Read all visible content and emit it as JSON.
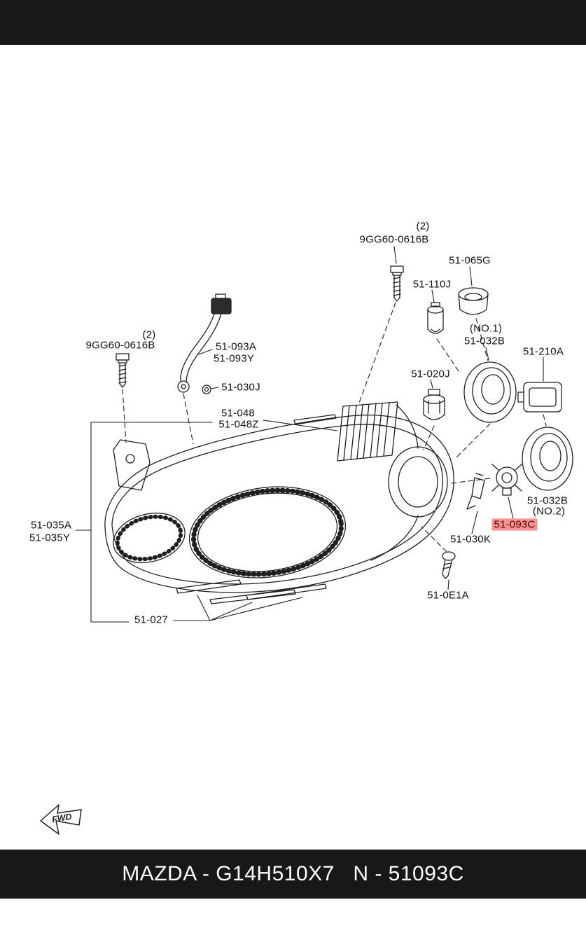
{
  "theme": {
    "bar-color": "#181818",
    "highlight-bg": "#f8918f",
    "highlight-fg": "#4a0000"
  },
  "footer": {
    "text": "MAZDA - G14H510X7   N - 51093C"
  },
  "diagram": {
    "fwd_label": "FWD",
    "labels": {
      "bolt_top_qty": "(2)",
      "bolt_top": "9GG60-0616B",
      "bulb_110j": "51-110J",
      "socket_065g": "51-065G",
      "no1": "(NO.1)",
      "socket_032b_no1": "51-032B",
      "connector_210a": "51-210A",
      "bulb_020j": "51-020J",
      "bolt_left_qty": "(2)",
      "bolt_left": "9GG60-0616B",
      "harness_093a": "51-093A",
      "harness_093y": "51-093Y",
      "ground_030j": "51-030J",
      "housing_048": "51-048",
      "housing_048z": "51-048Z",
      "lens_035a": "51-035A",
      "lens_035y": "51-035Y",
      "socket_032b_no2": "51-032B",
      "no2": "(NO.2)",
      "holder_093c": "51-093C",
      "bulb_030k": "51-030K",
      "screw_0e1a": "51-0E1A",
      "trim_027": "51-027"
    }
  }
}
